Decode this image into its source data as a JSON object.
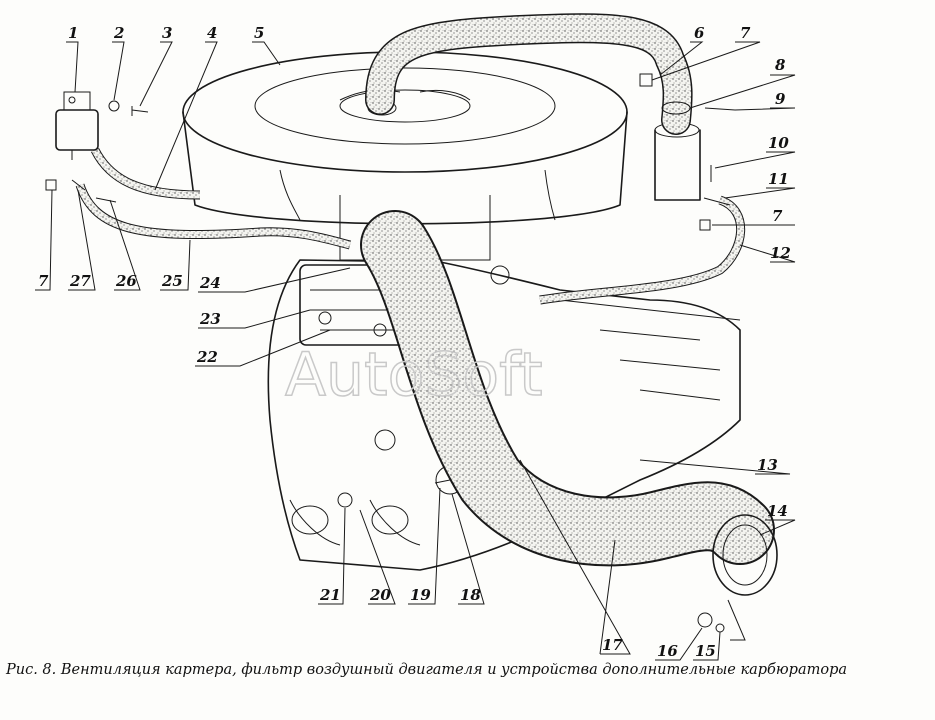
{
  "figure": {
    "caption": "Рис. 8. Вентиляция картера, фильтр воздушный двигателя и устройства дополнительные карбюратора",
    "watermark": "AutoSoft",
    "callouts": [
      "1",
      "2",
      "3",
      "4",
      "5",
      "6",
      "7",
      "8",
      "9",
      "10",
      "11",
      "7",
      "12",
      "24",
      "23",
      "22",
      "13",
      "14",
      "7",
      "27",
      "26",
      "25",
      "21",
      "20",
      "19",
      "18",
      "17",
      "16",
      "15"
    ]
  }
}
